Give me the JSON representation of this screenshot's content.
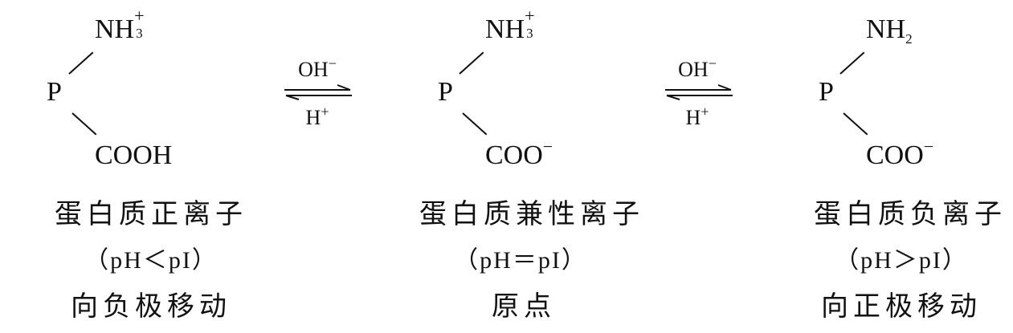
{
  "species": [
    {
      "top_main": "NH",
      "top_sub": "3",
      "top_sup": "+",
      "center": "P",
      "bottom_main": "COOH",
      "bottom_sup": "",
      "name": "蛋白质正离子",
      "condition": "（pH＜pI）",
      "behavior": "向负极移动"
    },
    {
      "top_main": "NH",
      "top_sub": "3",
      "top_sup": "+",
      "center": "P",
      "bottom_main": "COO",
      "bottom_sup": "−",
      "name": "蛋白质兼性离子",
      "condition": "（pH＝pI）",
      "behavior": "原点"
    },
    {
      "top_main": "NH",
      "top_sub": "2",
      "top_sup": "",
      "center": "P",
      "bottom_main": "COO",
      "bottom_sup": "−",
      "name": "蛋白质负离子",
      "condition": "（pH＞pI）",
      "behavior": "向正极移动"
    }
  ],
  "equilibria": [
    {
      "top_base": "OH",
      "top_sup": "−",
      "bottom_base": "H",
      "bottom_sup": "+"
    },
    {
      "top_base": "OH",
      "top_sup": "−",
      "bottom_base": "H",
      "bottom_sup": "+"
    }
  ]
}
